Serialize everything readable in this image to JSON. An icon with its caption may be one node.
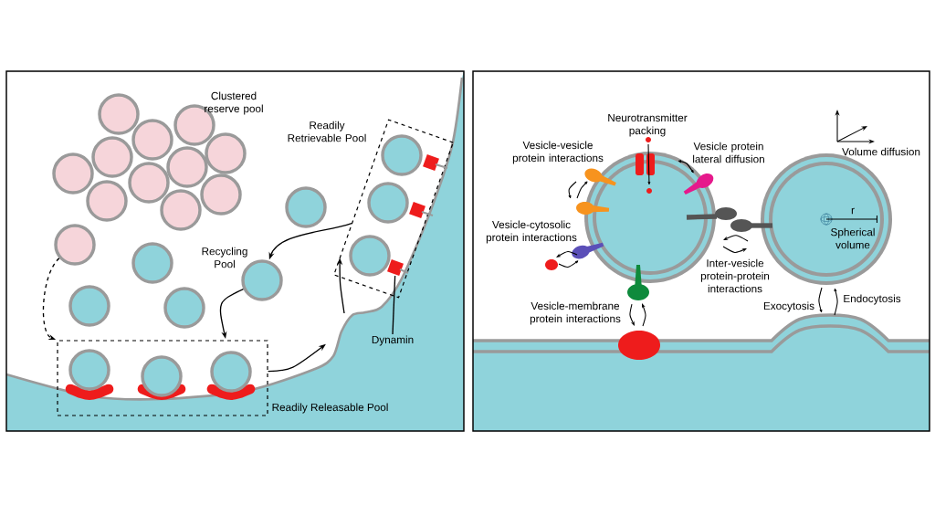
{
  "diagram": {
    "nodes": [
      {
        "text": [],
        "shape": "circle"
      },
      {
        "text": [
          "Readily Releasable Pool"
        ]
      },
      {
        "text": [],
        "shape": "circle",
        "beside": [
          "Recycling Pool"
        ]
      },
      {
        "text": [
          "Readily Retrievable Pool"
        ]
      },
      {
        "text": [
          "Dynamin"
        ]
      },
      {
        "text": [],
        "shape": "box",
        "in": 3
      },
      {
        "text": [],
        "shape": "circle"
      },
      {
        "text": [],
        "shape": "circle"
      },
      {
        "text": [],
        "shape": "circle"
      },
      {
        "text": [],
        "shape": "circle"
      },
      {
        "text": [],
        "shape": "circle",
        "in": 3
      },
      {
        "text": [],
        "shape": "circle",
        "in": 3
      },
      {
        "text": [],
        "shape": "circle",
        "in": 3
      },
      {
        "text": [],
        "shape": "box",
        "in": 3
      },
      {
        "text": [],
        "shape": "box",
        "in": 3
      },
      {
        "text": [],
        "shape": "circle",
        "in": 1
      },
      {
        "text": [],
        "shape": "circle",
        "in": 1
      },
      {
        "text": [],
        "shape": "circle",
        "in": 1
      }
    ],
    "edges": [
      {
        "from": 0,
        "to": 1,
        "arrow": "to",
        "style": "dashed"
      },
      {
        "from": 2,
        "to": 1,
        "arrow": "to"
      },
      {
        "from": 1,
        "to": null,
        "arrow": "to"
      },
      {
        "from": null,
        "to": 3,
        "arrow": "to"
      },
      {
        "from": 3,
        "to": 2,
        "arrow": "to"
      },
      {
        "from": 4,
        "to": 5,
        "arrow": "none"
      }
    ],
    "labels": [
      "Clustered reserve pool",
      "Neurotransmitter packing",
      "Vesicle-vesicle protein interactions",
      "Vesicle protein lateral diffusion",
      "Volume diffusion",
      "Vesicle-cytosolic protein interactions",
      "r",
      "Spherical volume",
      "Inter-vesicle protein-protein interactions",
      "Vesicle-membrane protein interactions",
      "Exocytosis",
      "Endocytosis"
    ]
  }
}
